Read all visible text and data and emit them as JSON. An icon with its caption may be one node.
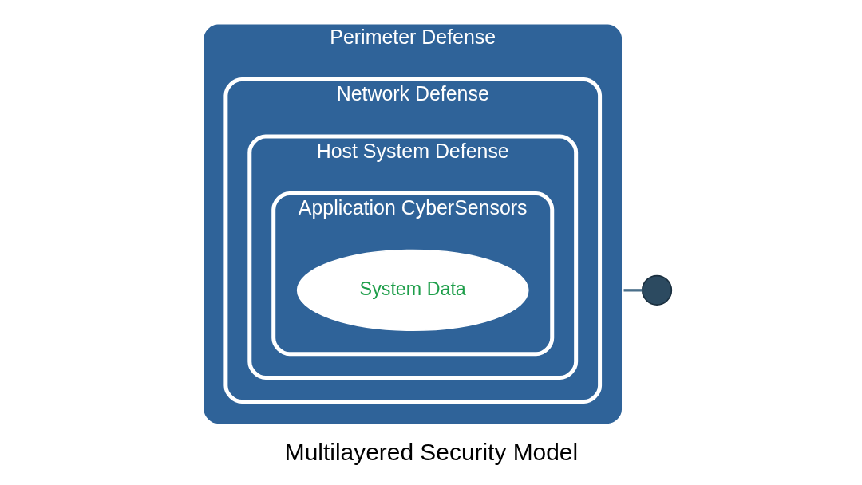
{
  "diagram": {
    "caption": "Multilayered Security Model",
    "nodes": [
      {
        "text": [
          "Perimeter Defense"
        ]
      },
      {
        "text": [
          "Network Defense"
        ],
        "in": 0
      },
      {
        "text": [
          "Host System Defense"
        ],
        "in": 1
      },
      {
        "text": [
          "Application CyberSensors"
        ],
        "in": 2
      },
      {
        "text": [
          "System Data"
        ],
        "in": 3
      },
      {
        "text": [],
        "shape": "circle"
      }
    ],
    "edges": [
      {
        "from": 0,
        "to": 5,
        "arrow": "none"
      }
    ]
  }
}
